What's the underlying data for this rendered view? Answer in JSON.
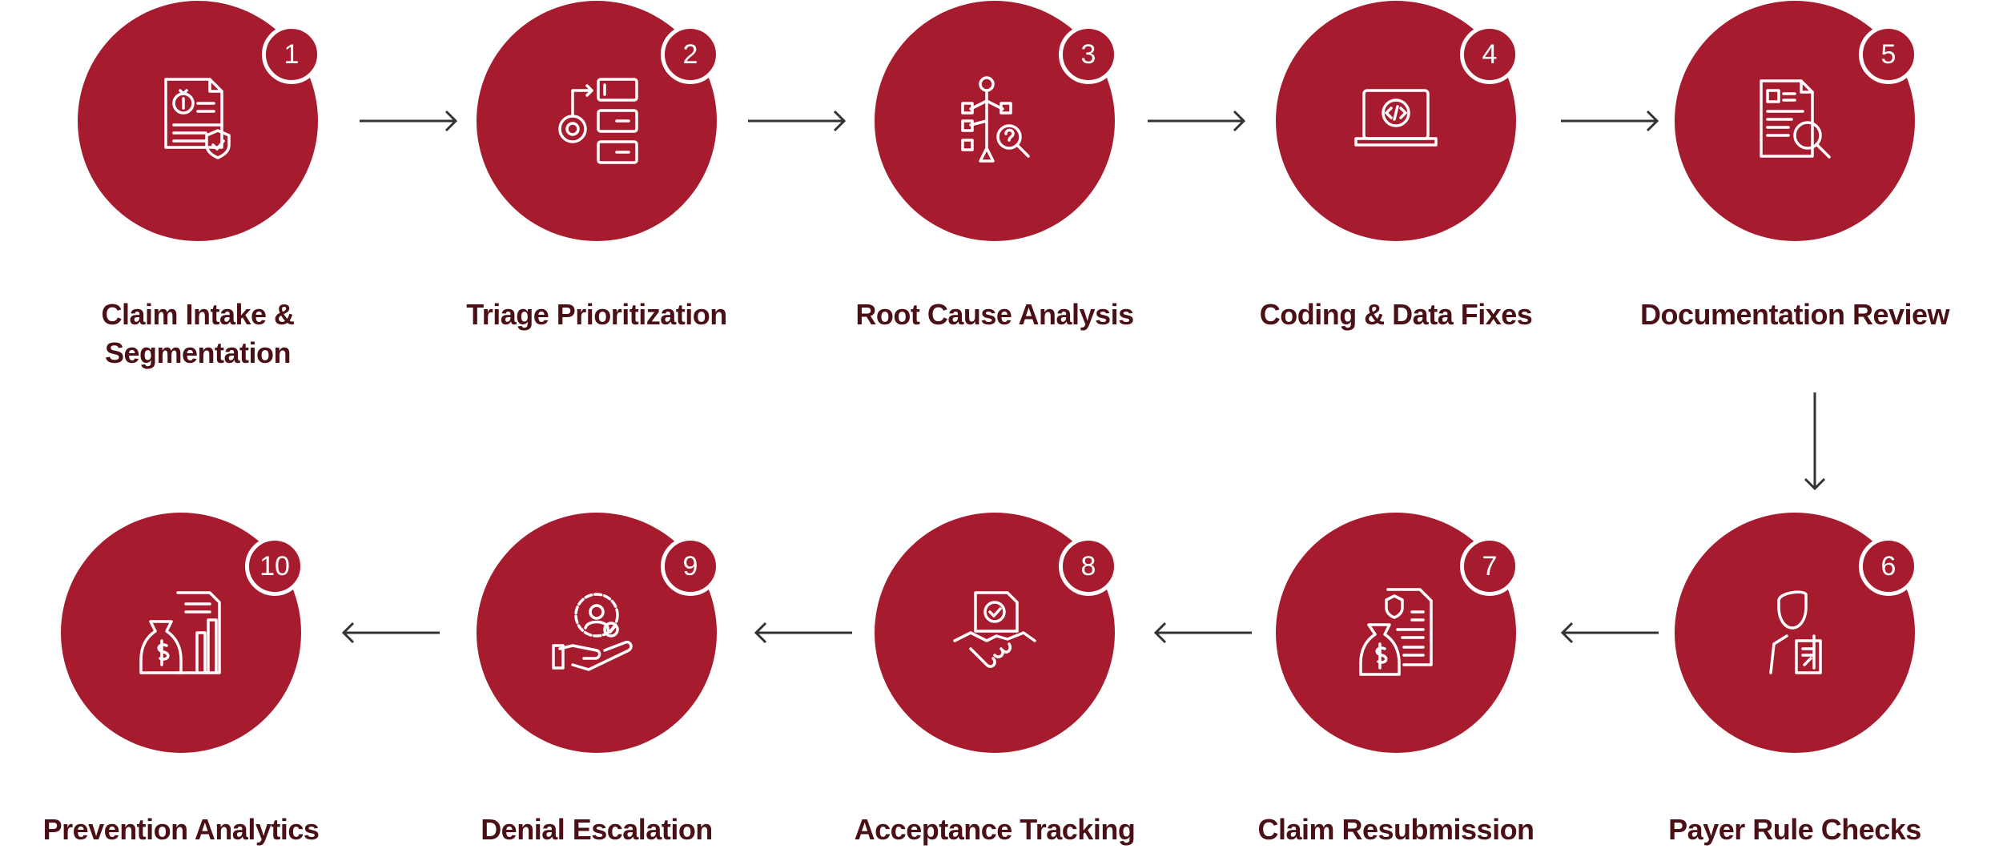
{
  "colors": {
    "circle": "#a61c2e",
    "label": "#4a1016",
    "arrow": "#333333"
  },
  "steps": [
    {
      "number": "1",
      "label": "Claim Intake & Segmentation",
      "icon": "claim-document-shield-icon"
    },
    {
      "number": "2",
      "label": "Triage Prioritization",
      "icon": "gear-priority-list-icon"
    },
    {
      "number": "3",
      "label": "Root Cause Analysis",
      "icon": "root-cause-flowchart-icon"
    },
    {
      "number": "4",
      "label": "Coding & Data Fixes",
      "icon": "laptop-code-icon"
    },
    {
      "number": "5",
      "label": "Documentation Review",
      "icon": "document-magnifier-icon"
    },
    {
      "number": "6",
      "label": "Payer Rule Checks",
      "icon": "person-receipt-icon"
    },
    {
      "number": "7",
      "label": "Claim Resubmission",
      "icon": "money-bag-document-icon"
    },
    {
      "number": "8",
      "label": "Acceptance Tracking",
      "icon": "handshake-document-icon"
    },
    {
      "number": "9",
      "label": "Denial Escalation",
      "icon": "hand-gear-person-icon"
    },
    {
      "number": "10",
      "label": "Prevention Analytics",
      "icon": "money-bag-chart-icon"
    }
  ]
}
